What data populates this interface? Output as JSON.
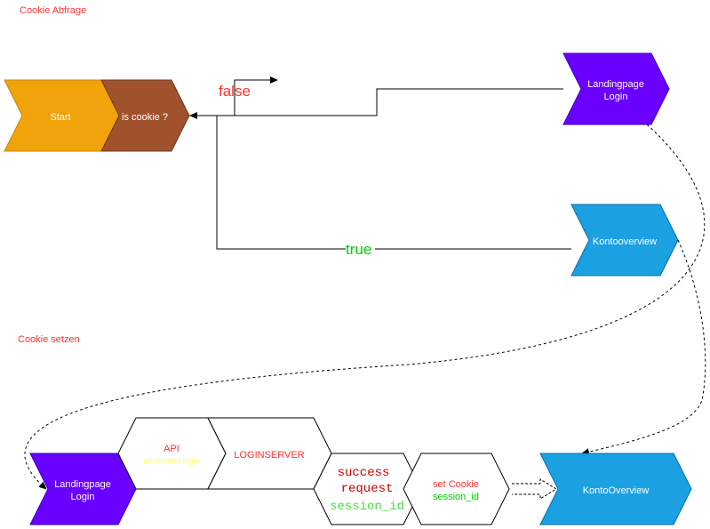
{
  "sections": {
    "cookie_query_title": "Cookie Abfrage",
    "cookie_set_title": "Cookie setzen"
  },
  "query_flow": {
    "start": "Start",
    "is_cookie": "is cookie ?",
    "landing_line1": "Landingpage",
    "landing_line2": "Login",
    "konto": "Kontooverview",
    "false_label": "false",
    "true_label": "true"
  },
  "set_flow": {
    "landing_line1": "Landingpage",
    "landing_line2": "Login",
    "api_line1": "API",
    "api_line2": "unsecured login",
    "loginserver": "LOGINSERVER",
    "success_line1": "success",
    "success_line2": "request",
    "success_line3": "session_id",
    "setcookie_line1": "set Cookie",
    "setcookie_line2": "session_id",
    "konto": "KontoOverview"
  },
  "colors": {
    "start_fill": "#f0a30a",
    "iscookie_fill": "#a0522d",
    "landing_fill": "#6a00ff",
    "konto_fill": "#1ba1e2",
    "red_text": "#ff3333",
    "green_text": "#00cc00",
    "yellow_text": "#ffff66"
  }
}
